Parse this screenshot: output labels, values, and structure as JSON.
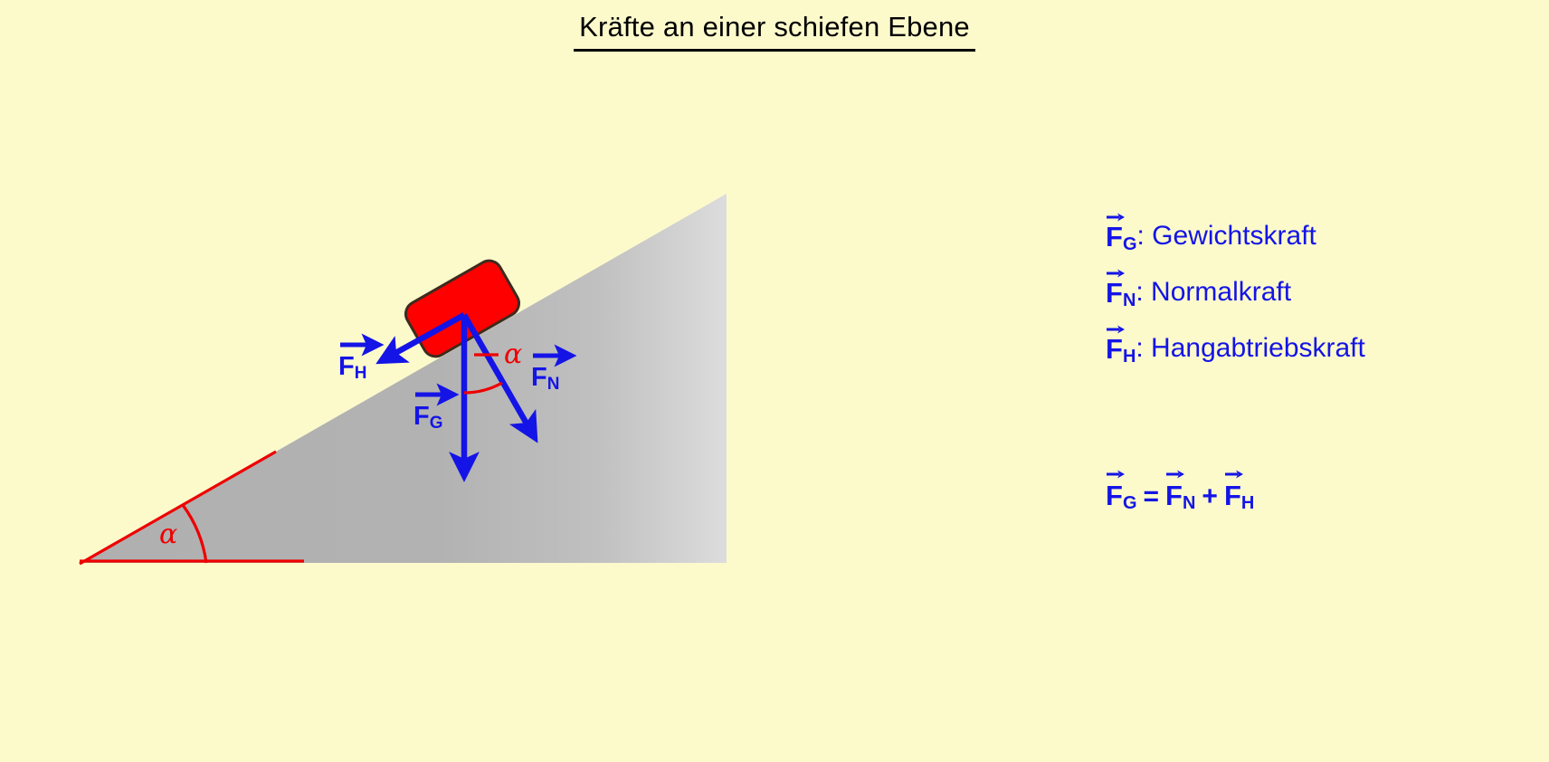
{
  "page": {
    "background_color": "#FCFACB",
    "title": "Kräfte an einer schiefen Ebene"
  },
  "colors": {
    "background": "#FCFACB",
    "text": "#000000",
    "vector_blue": "#1414E6",
    "angle_red": "#EE0000",
    "block_red": "#FF0000",
    "block_border": "#3D2B1F",
    "incline_gray": "#B0B0B0",
    "incline_gray_light": "#D4D4D4"
  },
  "diagram": {
    "incline_name": "inclined-plane",
    "angle_symbol": "α",
    "base_angle_label": "α",
    "normal_angle_label": "α",
    "block_label": "",
    "forces": [
      {
        "id": "FH",
        "base": "F",
        "sub": "H",
        "name": "force-vector-fh",
        "direction": "down-slope"
      },
      {
        "id": "FG",
        "base": "F",
        "sub": "G",
        "name": "force-vector-fg",
        "direction": "straight-down"
      },
      {
        "id": "FN",
        "base": "F",
        "sub": "N",
        "name": "force-vector-fn",
        "direction": "perpendicular-into-slope"
      }
    ]
  },
  "legend": {
    "items": [
      {
        "base": "F",
        "sub": "G",
        "text": ": Gewichtskraft"
      },
      {
        "base": "F",
        "sub": "N",
        "text": ": Normalkraft"
      },
      {
        "base": "F",
        "sub": "H",
        "text": ": Hangabtriebskraft"
      }
    ]
  },
  "equation": {
    "lhs": {
      "base": "F",
      "sub": "G"
    },
    "equals": "=",
    "term1": {
      "base": "F",
      "sub": "N"
    },
    "plus": "+",
    "term2": {
      "base": "F",
      "sub": "H"
    }
  }
}
